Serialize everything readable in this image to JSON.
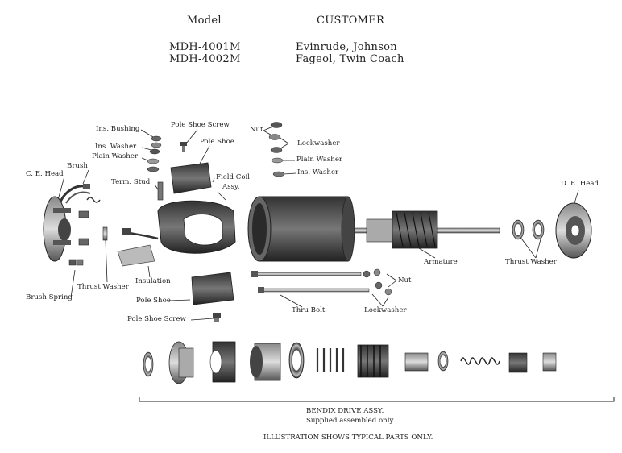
{
  "header": {
    "col1_title": "Model",
    "col2_title": "CUSTOMER",
    "rows": [
      {
        "model": "MDH-4001M",
        "customer": "Evinrude, Johnson"
      },
      {
        "model": "MDH-4002M",
        "customer": "Fageol, Twin Coach"
      }
    ]
  },
  "labels": {
    "ins_bushing": "Ins. Bushing",
    "pole_shoe_screw_top": "Pole Shoe Screw",
    "nut_top": "Nut",
    "lockwasher_top": "Lockwasher",
    "ins_washer_left": "Ins. Washer",
    "pole_shoe_top": "Pole Shoe",
    "plain_washer_left": "Plain Washer",
    "plain_washer_right": "Plain Washer",
    "ins_washer_right": "Ins. Washer",
    "brush": "Brush",
    "ce_head": "C. E. Head",
    "term_stud": "Term. Stud",
    "field_coil": "Field Coil",
    "assy": "Assy.",
    "de_head": "D. E. Head",
    "armature": "Armature",
    "thrust_washer_right": "Thrust Washer",
    "insulation": "Insulation",
    "thrust_washer_left": "Thrust Washer",
    "nut_bottom": "Nut",
    "brush_spring": "Brush Spring",
    "pole_shoe_bottom": "Pole Shoe",
    "thru_bolt": "Thru Bolt",
    "lockwasher_bottom": "Lockwasher",
    "pole_shoe_screw_bottom": "Pole Shoe Screw"
  },
  "footer": {
    "bendix": "BENDIX DRIVE ASSY.",
    "supplied": "Supplied assembled only.",
    "illustration": "ILLUSTRATION SHOWS TYPICAL PARTS ONLY."
  }
}
